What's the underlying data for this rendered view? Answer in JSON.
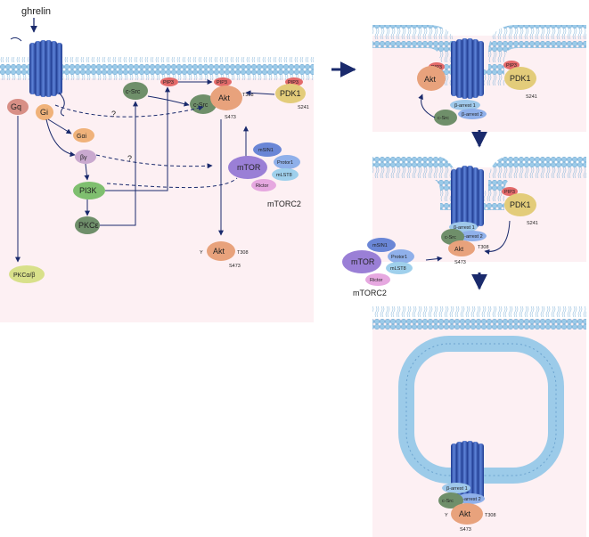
{
  "panel_main": {
    "ligand": "ghrelin",
    "g_q": "Gq",
    "g_i": "Gi",
    "g_alpha_i": "Gαi",
    "g_beta_gamma": "βγ",
    "pi3k": "PI3K",
    "pkc_epsilon": "PKCε",
    "pkc_alpha_beta": "PKCα/β",
    "c_src_top": "c-Src",
    "c_src": "c-Src",
    "akt": "Akt",
    "pip3": "PIP3",
    "pdk1": "PDK1",
    "t308": "T308",
    "s473": "S473",
    "s241": "S241",
    "question_1": "?",
    "question_2": "?",
    "mtor": "mTOR",
    "msin1": "mSIN1",
    "protor1": "Protor1",
    "mlst8": "mLST8",
    "rictor": "Rictor",
    "mtorc2": "mTORC2",
    "akt_free": "Akt",
    "akt_free_y": "Y",
    "akt_free_t308": "T308",
    "akt_free_s473": "S473"
  },
  "panel_b": {
    "akt": "Akt",
    "pip3_left": "PIP3",
    "pip3_right": "PIP3",
    "pdk1": "PDK1",
    "s241": "S241",
    "arrestin1": "β-arrest 1",
    "arrestin2": "β-arrest 2",
    "c_src": "c-Src"
  },
  "panel_c": {
    "pip3": "PIP3",
    "pdk1": "PDK1",
    "s241": "S241",
    "arrestin1": "β-arrest 1",
    "arrestin2": "β-arrest 2",
    "c_src": "c-Src",
    "akt": "Akt",
    "t308": "T308",
    "s473": "S473",
    "mtor": "mTOR",
    "msin1": "mSIN1",
    "protor1": "Protor1",
    "mlst8": "mLST8",
    "rictor": "Rictor",
    "mtorc2": "mTORC2"
  },
  "panel_d": {
    "arrestin1": "β-arrest 1",
    "arrestin2": "β-arrest 2",
    "c_src": "c-Src",
    "akt": "Akt",
    "y": "Y",
    "t308": "T308",
    "s473": "S473"
  },
  "colors": {
    "cytoplasm": "#fdf0f3",
    "membrane": "#8fc3e6",
    "receptor": "#2f4fae",
    "arrow": "#1a2a6c",
    "akt": "#e8a27c",
    "csrc": "#6f8f6a",
    "pdk1": "#e3cc7a",
    "pip3": "#e36a6a",
    "pi3k": "#7fbf6f",
    "mtor": "#9a7fd6",
    "rictor": "#e6a8e0",
    "pkc_ab": "#d8e08a",
    "gq": "#d88f86",
    "gi": "#f0b27a"
  }
}
